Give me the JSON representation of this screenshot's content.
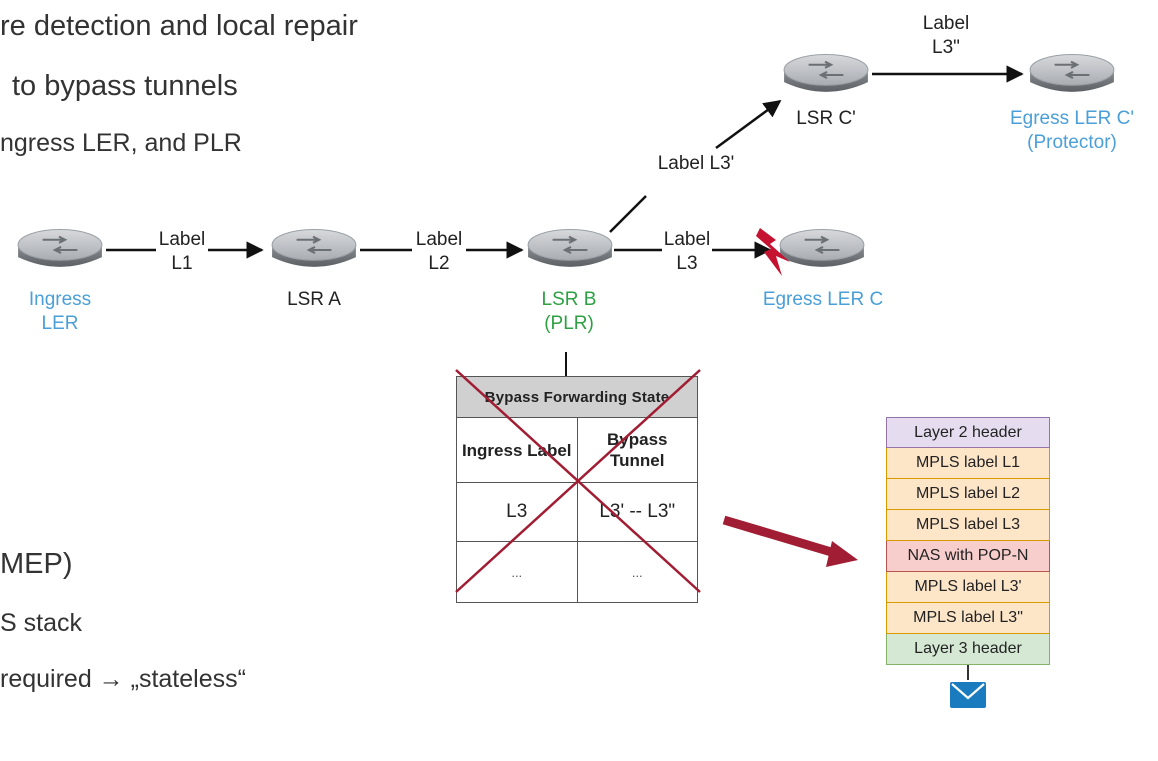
{
  "bullets": [
    "re detection and local repair",
    "to bypass tunnels",
    "ngress LER, and PLR",
    "MEP)",
    "S stack",
    "required → „stateless“"
  ],
  "nodes": {
    "ingress": {
      "line1": "Ingress",
      "line2": "LER"
    },
    "lsr_a": {
      "line1": "LSR A"
    },
    "lsr_b": {
      "line1": "LSR B",
      "line2": "(PLR)"
    },
    "egress_c": {
      "line1": "Egress LER C"
    },
    "lsr_c_prime": {
      "line1": "LSR C'"
    },
    "egress_c_prime": {
      "line1": "Egress LER C'",
      "line2": "(Protector)"
    }
  },
  "links": {
    "l1": {
      "line1": "Label",
      "line2": "L1"
    },
    "l2": {
      "line1": "Label",
      "line2": "L2"
    },
    "l3": {
      "line1": "Label",
      "line2": "L3"
    },
    "l3p": {
      "line1": "Label L3'"
    },
    "l3pp": {
      "line1": "Label",
      "line2": "L3\""
    }
  },
  "bypass_table": {
    "title": "Bypass Forwarding State",
    "headers": [
      "Ingress Label",
      "Bypass Tunnel"
    ],
    "rows": [
      [
        "L3",
        "L3' -- L3\""
      ],
      [
        "...",
        "..."
      ]
    ]
  },
  "packet_stack": [
    "Layer 2 header",
    "MPLS label L1",
    "MPLS label L2",
    "MPLS label L3",
    "NAS with POP-N",
    "MPLS label L3'",
    "MPLS label L3\"",
    "Layer 3 header"
  ],
  "colors": {
    "node_blue": "#4a9fd8",
    "plr_green": "#2ea043",
    "cross_red": "#a11d33",
    "failure_red": "#c41230"
  },
  "icons": [
    "router-icon",
    "lightning-failure-icon",
    "envelope-icon",
    "red-arrow"
  ]
}
